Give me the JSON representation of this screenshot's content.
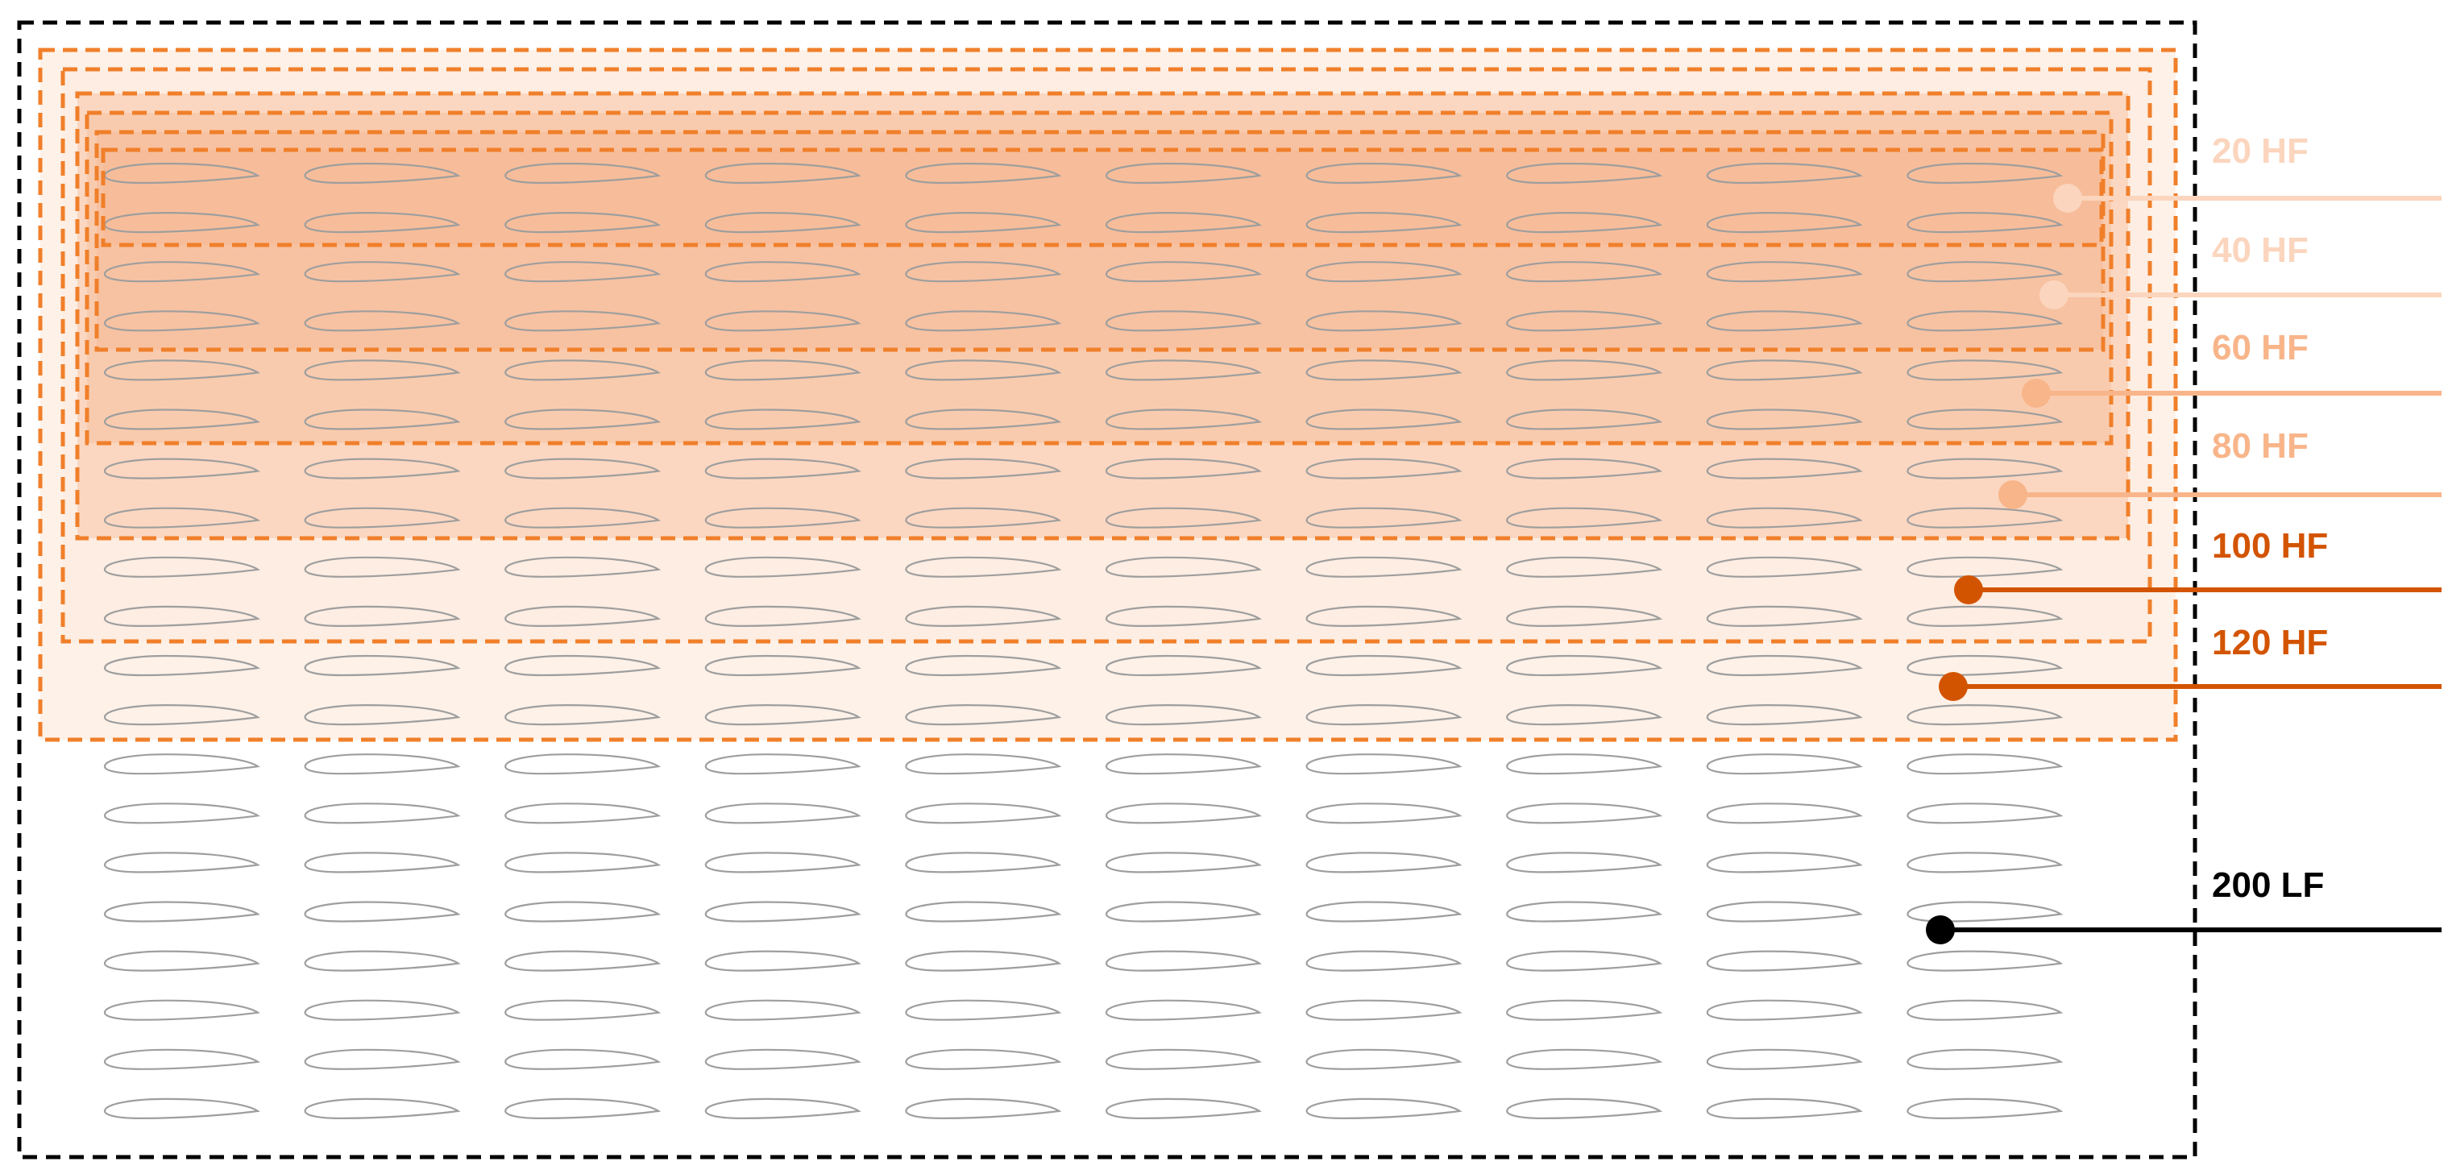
{
  "diagram": {
    "grid": {
      "columns": 10,
      "rows": 20
    },
    "outer_set": {
      "label": "200 LF",
      "count": 200,
      "color": "#000000",
      "rows": 20
    },
    "nested_sets": [
      {
        "label": "120 HF",
        "count": 120,
        "rows": 12,
        "color": "#d35400"
      },
      {
        "label": "100 HF",
        "count": 100,
        "rows": 10,
        "color": "#d35400"
      },
      {
        "label": "80 HF",
        "count": 80,
        "rows": 8,
        "color": "#f8b58a"
      },
      {
        "label": "60 HF",
        "count": 60,
        "rows": 6,
        "color": "#f8b58a"
      },
      {
        "label": "40 HF",
        "count": 40,
        "rows": 4,
        "color": "#fbd5bd"
      },
      {
        "label": "20 HF",
        "count": 20,
        "rows": 2,
        "color": "#fbd5bd"
      }
    ],
    "colors": {
      "dashed_border": "#f07f2a",
      "airfoil_outline": "#9e9e9e",
      "outer_border": "#000000",
      "fill_light": "#fde6d6",
      "fill_dark": "#f6ae85"
    }
  }
}
